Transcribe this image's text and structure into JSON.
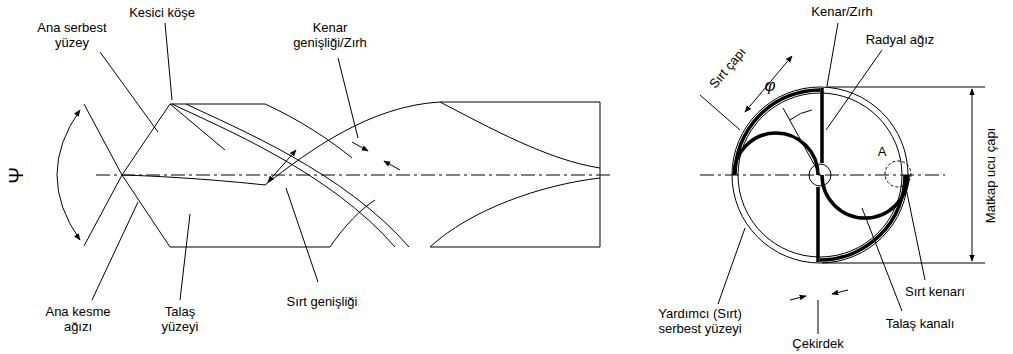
{
  "diagram": {
    "labels": [
      "Kesici köşe",
      "Ana serbest yüzey",
      "Kenar genişliği/Zırh",
      "Ψ",
      "Ana kesme ağızı",
      "Talaş yüzeyi",
      "Sırt genişliği",
      "Sırt çapı",
      "φ",
      "Kenar/Zırh",
      "Radyal ağız",
      "Matkap ucu çapı",
      "A",
      "Sırt kenarı",
      "Yardımcı (Sırt) serbest yüzeyi",
      "Çekirdek",
      "Talaş kanalı"
    ]
  }
}
